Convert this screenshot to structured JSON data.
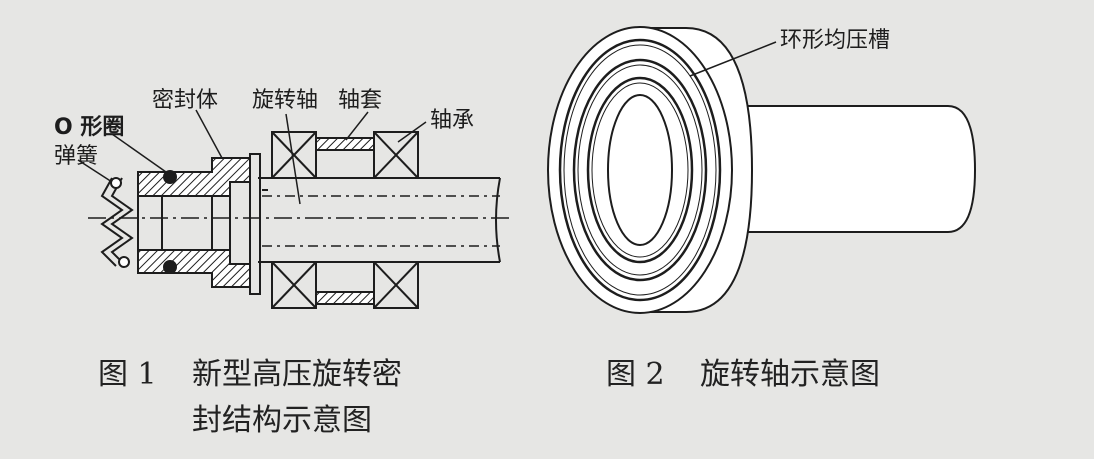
{
  "figure1": {
    "labels": {
      "o_ring": "O 形圈",
      "spring": "弹簧",
      "seal_body": "密封体",
      "rotating_shaft": "旋转轴",
      "sleeve": "轴套",
      "bearing": "轴承"
    },
    "caption": {
      "number": "图 1",
      "line1": "新型高压旋转密",
      "line2": "封结构示意图"
    }
  },
  "figure2": {
    "labels": {
      "groove": "环形均压槽"
    },
    "caption": {
      "number": "图 2",
      "text": "旋转轴示意图"
    }
  }
}
